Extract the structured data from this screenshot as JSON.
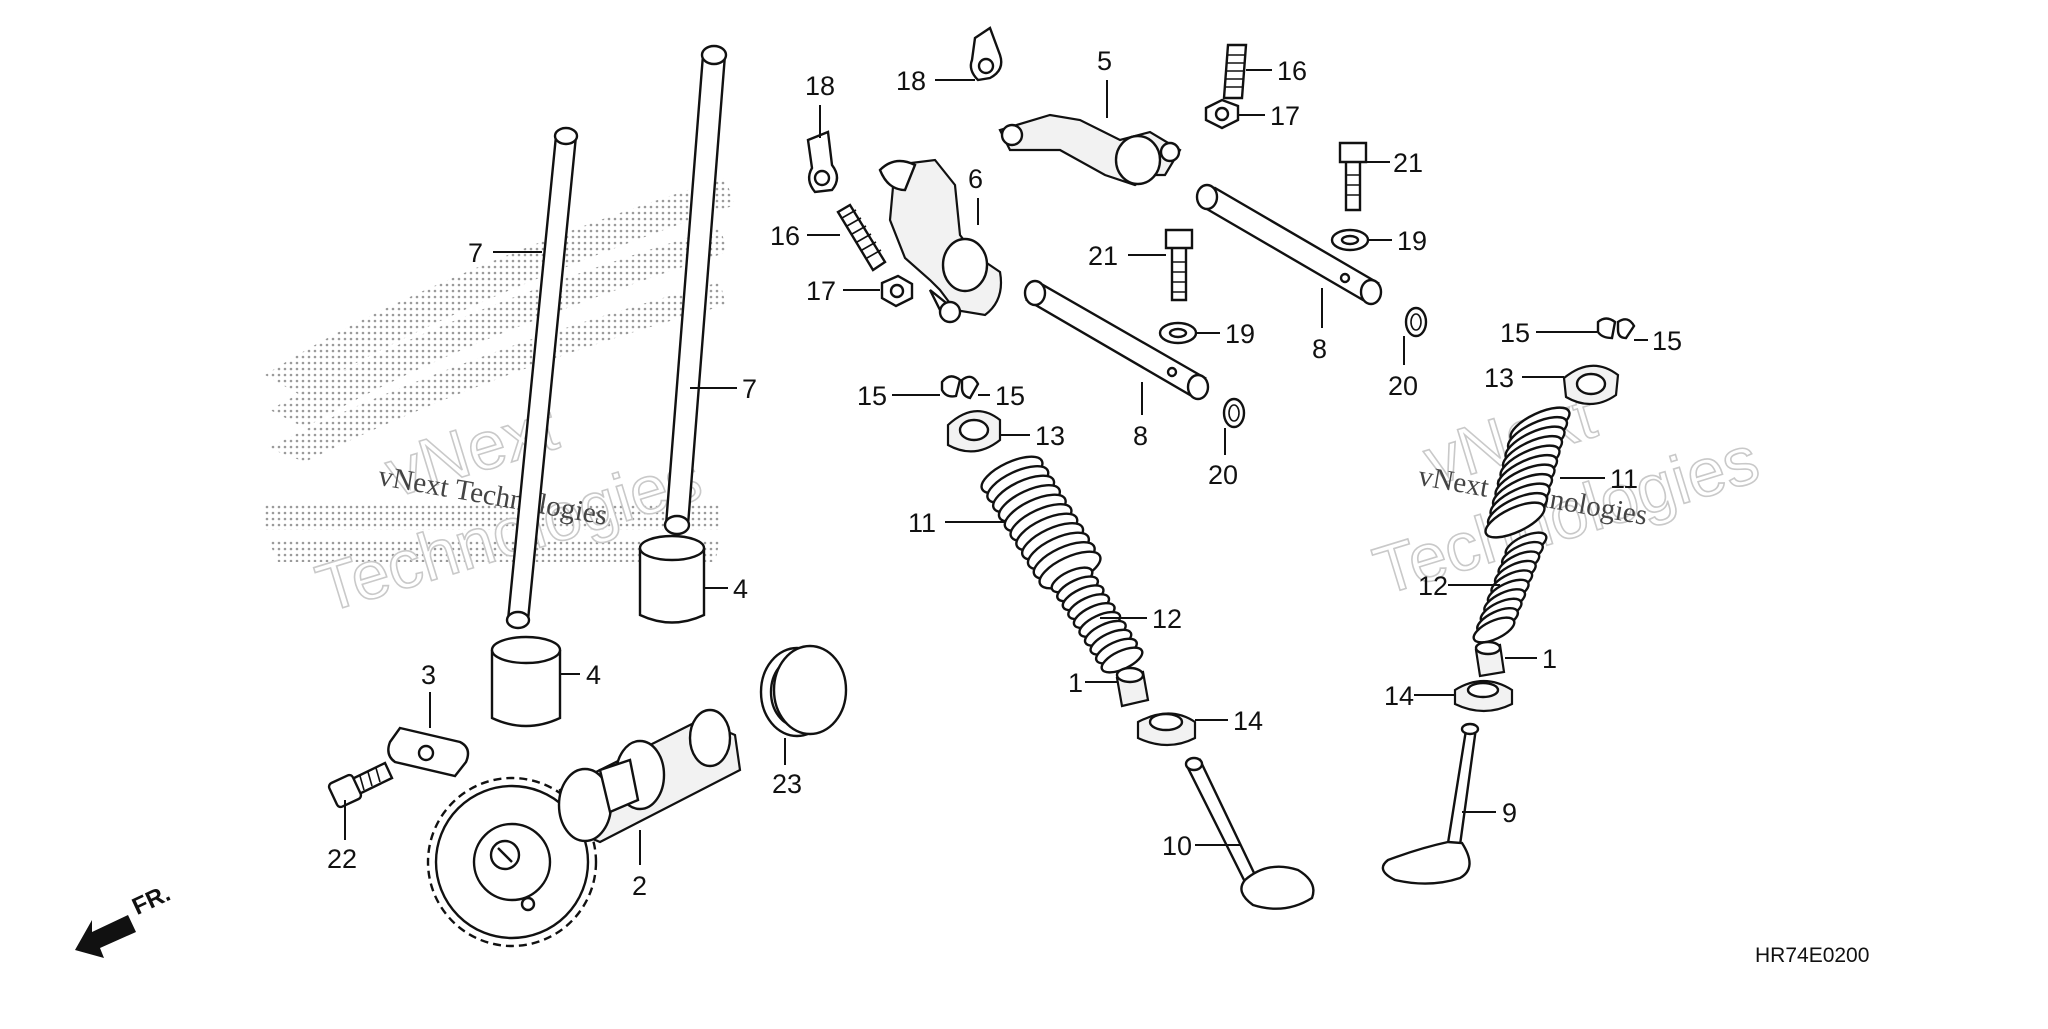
{
  "diagram": {
    "code": "HR74E0200",
    "fr_marker": "FR.",
    "watermark": {
      "small": "vNext Technologies",
      "big_line1": "vNext",
      "big_line2": "Technologies"
    },
    "callouts": [
      {
        "id": "c7a",
        "label": "7"
      },
      {
        "id": "c7b",
        "label": "7"
      },
      {
        "id": "c4a",
        "label": "4"
      },
      {
        "id": "c4b",
        "label": "4"
      },
      {
        "id": "c3",
        "label": "3"
      },
      {
        "id": "c22",
        "label": "22"
      },
      {
        "id": "c2",
        "label": "2"
      },
      {
        "id": "c23",
        "label": "23"
      },
      {
        "id": "c18a",
        "label": "18"
      },
      {
        "id": "c18b",
        "label": "18"
      },
      {
        "id": "c16a",
        "label": "16"
      },
      {
        "id": "c17a",
        "label": "17"
      },
      {
        "id": "c6",
        "label": "6"
      },
      {
        "id": "c5",
        "label": "5"
      },
      {
        "id": "c16b",
        "label": "16"
      },
      {
        "id": "c17b",
        "label": "17"
      },
      {
        "id": "c21a",
        "label": "21"
      },
      {
        "id": "c21b",
        "label": "21"
      },
      {
        "id": "c19a",
        "label": "19"
      },
      {
        "id": "c19b",
        "label": "19"
      },
      {
        "id": "c8a",
        "label": "8"
      },
      {
        "id": "c8b",
        "label": "8"
      },
      {
        "id": "c20a",
        "label": "20"
      },
      {
        "id": "c20b",
        "label": "20"
      },
      {
        "id": "c15a",
        "label": "15"
      },
      {
        "id": "c15b",
        "label": "15"
      },
      {
        "id": "c13a",
        "label": "13"
      },
      {
        "id": "c11a",
        "label": "11"
      },
      {
        "id": "c12a",
        "label": "12"
      },
      {
        "id": "c1a",
        "label": "1"
      },
      {
        "id": "c14a",
        "label": "14"
      },
      {
        "id": "c10",
        "label": "10"
      },
      {
        "id": "c15c",
        "label": "15"
      },
      {
        "id": "c15d",
        "label": "15"
      },
      {
        "id": "c13b",
        "label": "13"
      },
      {
        "id": "c11b",
        "label": "11"
      },
      {
        "id": "c12b",
        "label": "12"
      },
      {
        "id": "c1b",
        "label": "1"
      },
      {
        "id": "c14b",
        "label": "14"
      },
      {
        "id": "c9",
        "label": "9"
      }
    ]
  }
}
